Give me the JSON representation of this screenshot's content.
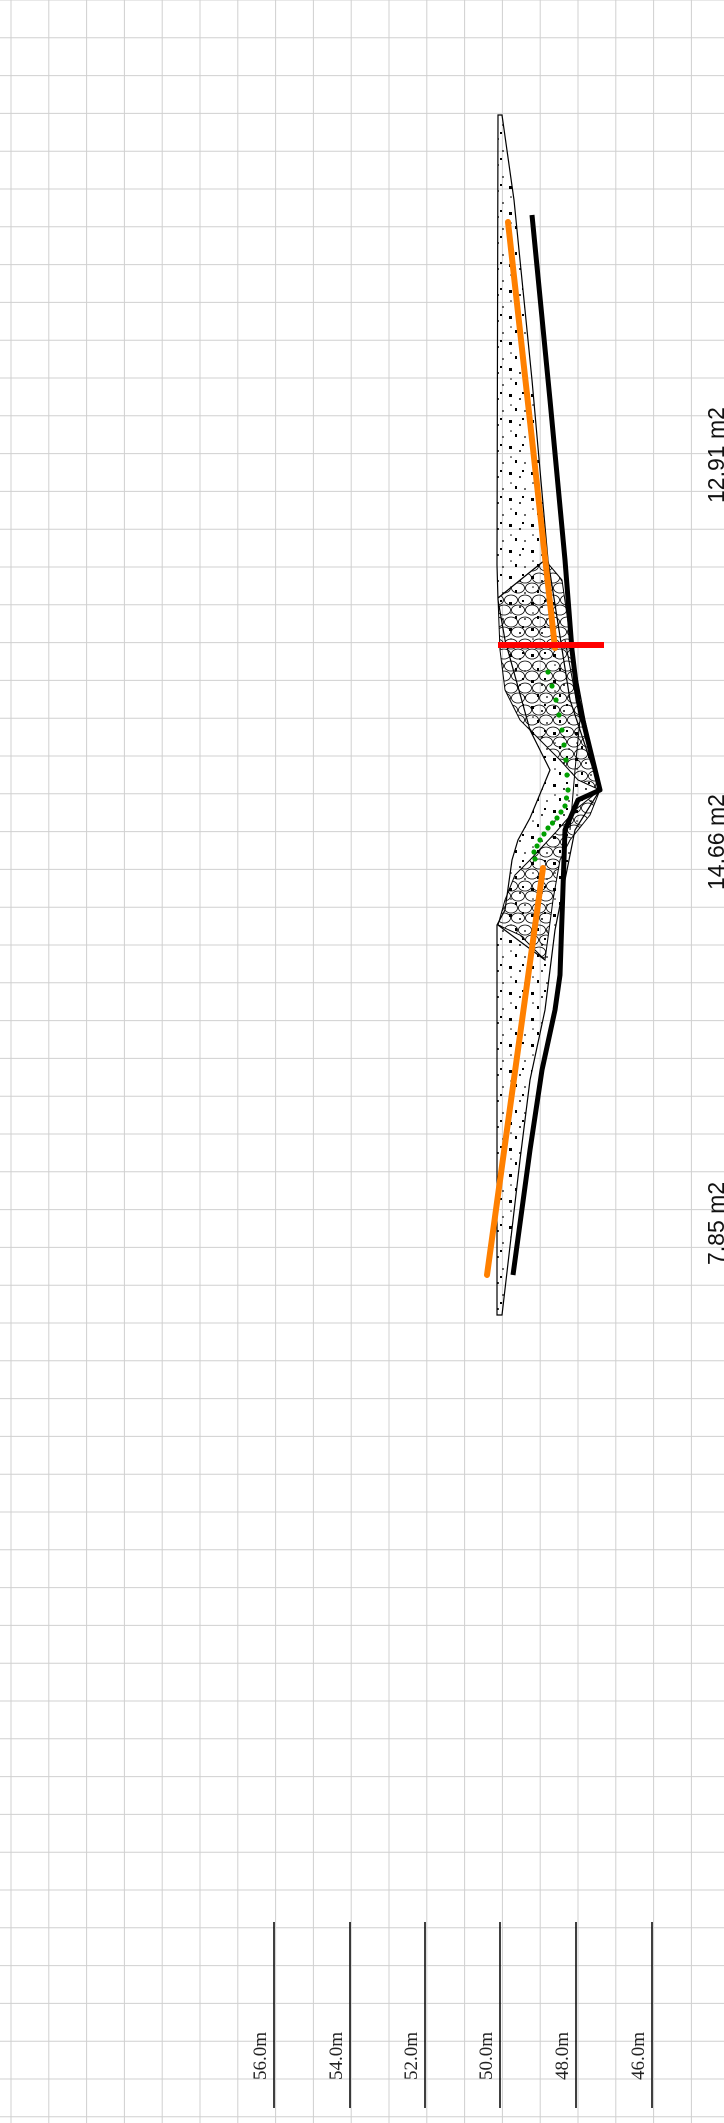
{
  "elevation_scale": {
    "labels": [
      "56.0m",
      "54.0m",
      "52.0m",
      "50.0m",
      "48.0m",
      "46.0m"
    ]
  },
  "area_labels": [
    "12.91 m2",
    "14.66 m2",
    "7.85 m2"
  ],
  "colors": {
    "grid": "#d0d0d0",
    "outline": "#000000",
    "orange_line": "#ff8000",
    "red_marker": "#ff0000",
    "green_dots": "#00a000"
  }
}
